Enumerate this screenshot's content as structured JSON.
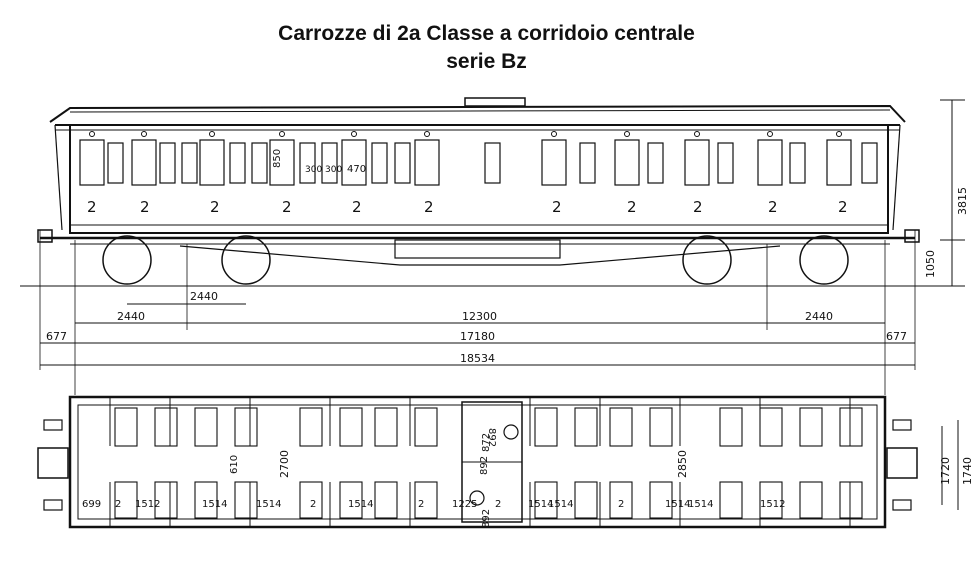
{
  "title": {
    "line1": "Carrozze di 2a Classe a corridoio centrale",
    "line2": "serie Bz"
  },
  "side_view": {
    "door_labels": [
      "2",
      "2",
      "2",
      "2",
      "2",
      "2",
      "2",
      "2",
      "2",
      "2",
      "2"
    ],
    "window_dims": [
      "850",
      "300",
      "300",
      "470"
    ],
    "height_total": "3815",
    "height_floor": "1050"
  },
  "dimensions": {
    "bogie_spacing": "2440",
    "overhang_left": "2440",
    "bogie_center": "12300",
    "overhang_right": "2440",
    "buffer_left": "677",
    "body_length": "17180",
    "buffer_right": "677",
    "total_length": "18534"
  },
  "plan_view": {
    "end_left": "699",
    "labels_bottom": [
      "2",
      "1512",
      "1514",
      "1514",
      "2",
      "1514",
      "2",
      "1225",
      "2",
      "1514",
      "1514",
      "2",
      "1514",
      "1514",
      "1512"
    ],
    "seat_pitch": "610",
    "inner_width": "2700",
    "toilet_1": "892",
    "toilet_2": "872",
    "toilet_3": "892",
    "door_width": "892",
    "outer_width": "2850",
    "width_body": "1720",
    "width_buffers": "1740"
  }
}
